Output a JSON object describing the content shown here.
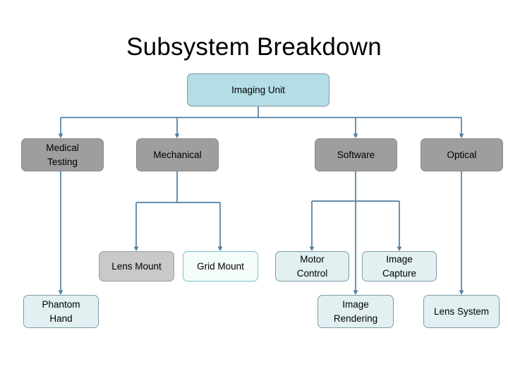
{
  "page": {
    "title": "Subsystem Breakdown",
    "background": "#ffffff"
  },
  "colors": {
    "root_fill": "#b5dde5",
    "root_border": "#7f9aa6",
    "level2_fill": "#9e9e9e",
    "level2_border": "#8b8b8b",
    "gray_light_fill": "#c9c9c9",
    "pale_fill": "#e2f0f1",
    "pale_border": "#7f9aa6",
    "white_fill": "#f4fbfb",
    "white_border": "#77c3cb",
    "connector": "#4f7fa3",
    "text": "#000000"
  },
  "diagram": {
    "type": "tree",
    "orientation": "top-down",
    "root": {
      "id": "imaging-unit",
      "label": "Imaging Unit",
      "lines": [
        "Imaging Unit"
      ],
      "style": "v-root"
    },
    "level2": [
      {
        "id": "medical-testing",
        "label": "Medical Testing",
        "lines": [
          "Medical",
          "Testing"
        ],
        "style": "v-gray"
      },
      {
        "id": "mechanical",
        "label": "Mechanical",
        "lines": [
          "Mechanical"
        ],
        "style": "v-gray"
      },
      {
        "id": "software",
        "label": "Software",
        "lines": [
          "Software"
        ],
        "style": "v-gray"
      },
      {
        "id": "optical",
        "label": "Optical",
        "lines": [
          "Optical"
        ],
        "style": "v-gray"
      }
    ],
    "level3": [
      {
        "id": "lens-mount",
        "label": "Lens Mount",
        "lines": [
          "Lens Mount"
        ],
        "style": "v-gray-light",
        "parent": "mechanical"
      },
      {
        "id": "grid-mount",
        "label": "Grid Mount",
        "lines": [
          "Grid Mount"
        ],
        "style": "v-white",
        "parent": "mechanical"
      },
      {
        "id": "motor-control",
        "label": "Motor Control",
        "lines": [
          "Motor",
          "Control"
        ],
        "style": "v-pale",
        "parent": "software"
      },
      {
        "id": "image-capture",
        "label": "Image Capture",
        "lines": [
          "Image",
          "Capture"
        ],
        "style": "v-pale",
        "parent": "software"
      }
    ],
    "level4": [
      {
        "id": "phantom-hand",
        "label": "Phantom Hand",
        "lines": [
          "Phantom",
          "Hand"
        ],
        "style": "v-pale",
        "parent": "medical-testing"
      },
      {
        "id": "image-rendering",
        "label": "Image Rendering",
        "lines": [
          "Image",
          "Rendering"
        ],
        "style": "v-pale",
        "parent": "software"
      },
      {
        "id": "lens-system",
        "label": "Lens System",
        "lines": [
          "Lens System"
        ],
        "style": "v-pale",
        "parent": "optical"
      }
    ]
  }
}
